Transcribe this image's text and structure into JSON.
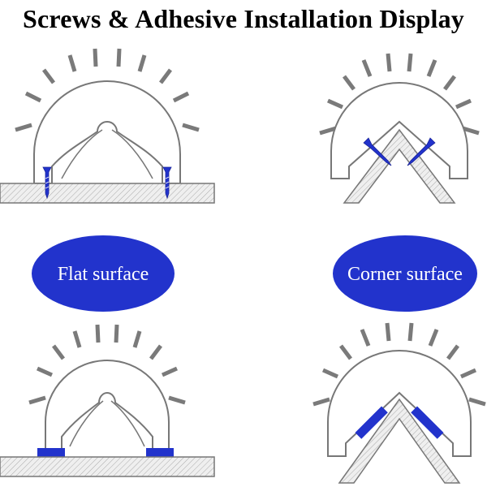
{
  "title": "Screws & Adhesive Installation Display",
  "labels": {
    "flat": "Flat surface",
    "corner": "Corner surface"
  },
  "colors": {
    "accent_blue": "#2233cc",
    "tooth_gray": "#7a7a7a",
    "outline": "#777777",
    "hatch": "#999999"
  },
  "panels": [
    {
      "surface": "flat",
      "fastener": "screws"
    },
    {
      "surface": "corner",
      "fastener": "screws"
    },
    {
      "surface": "flat",
      "fastener": "adhesive"
    },
    {
      "surface": "corner",
      "fastener": "adhesive"
    }
  ]
}
